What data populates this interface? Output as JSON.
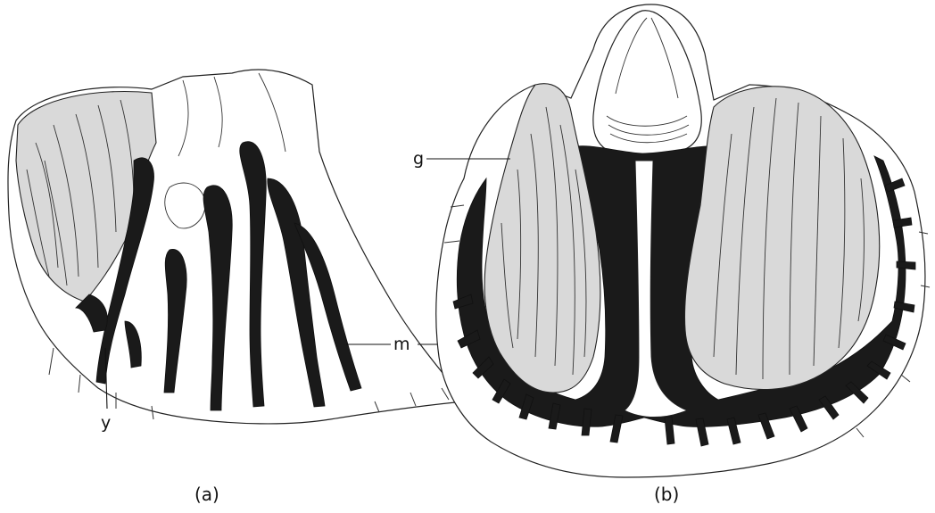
{
  "labels": {
    "a": "(a)",
    "b": "(b)",
    "y": "y",
    "m": "m",
    "g": "g"
  }
}
